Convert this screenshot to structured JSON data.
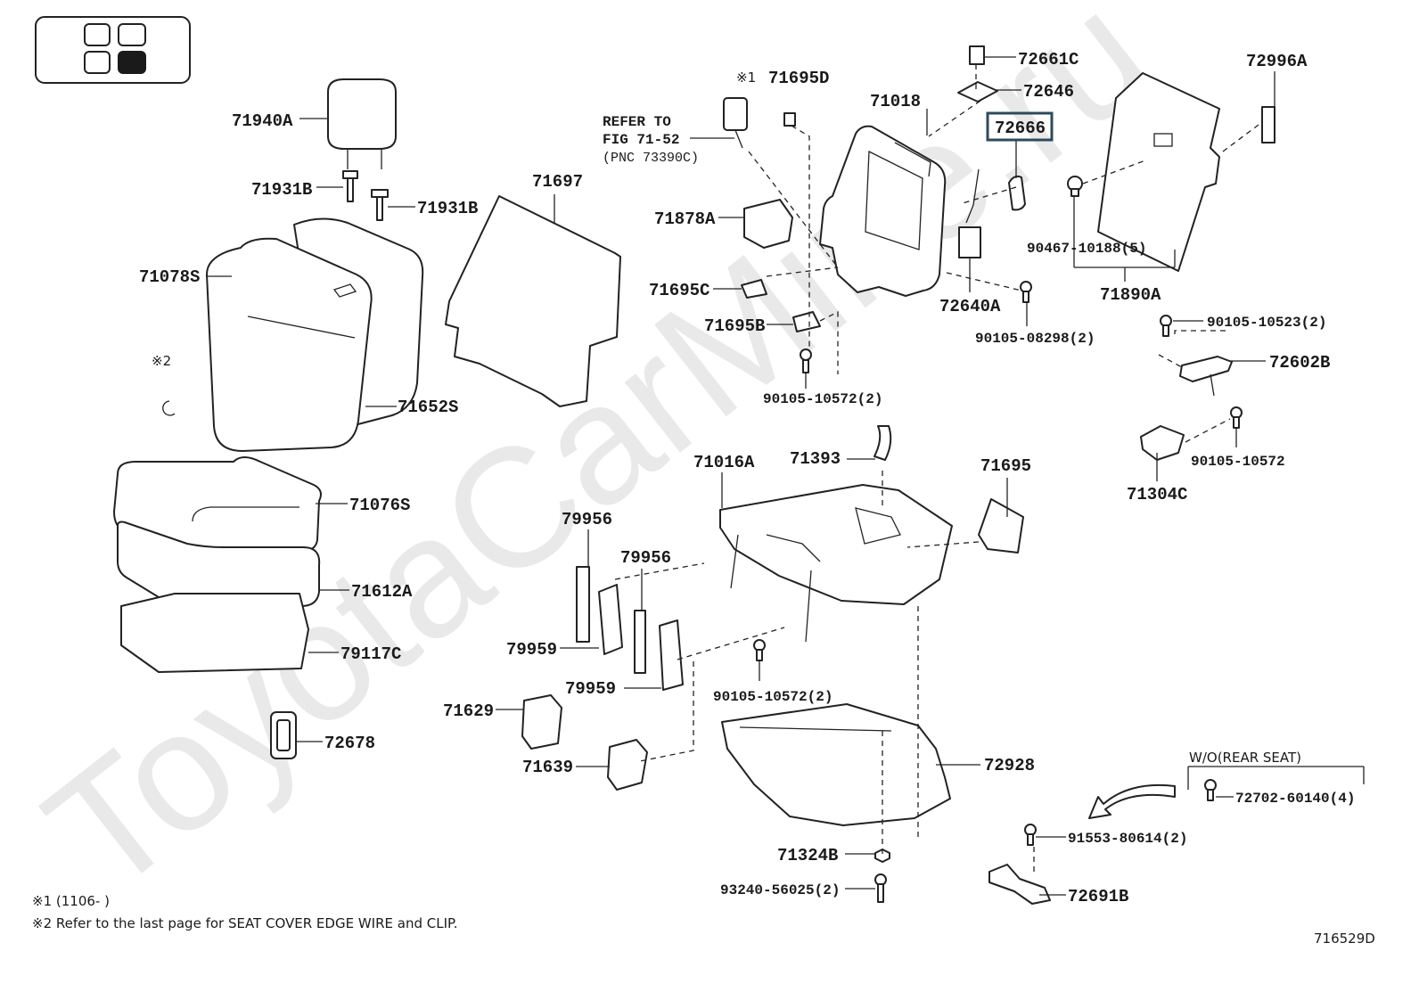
{
  "watermark": "ToyotaCarMine.ru",
  "legend_notes": {
    "mark1_prefix": "※1",
    "mark2_prefix": "※2",
    "note1": "※1 (1106-      )",
    "note2": "※2 Refer to the last page for SEAT COVER EDGE WIRE and CLIP."
  },
  "refer_to": [
    "REFER TO",
    "FIG 71-52",
    "(PNC 73390C)"
  ],
  "wo_rear_seat": "W/O(REAR SEAT)",
  "highlighted_part": "72666",
  "figure_id": "716529D",
  "parts": [
    "71940A",
    "71931B",
    "71931B",
    "71078S",
    "71652S",
    "71076S",
    "71612A",
    "79117C",
    "72678",
    "71697",
    "71695D",
    "71018",
    "72661C",
    "72646",
    "72666",
    "72996A",
    "71878A",
    "71695C",
    "71695B",
    "90105-10572(2)",
    "72640A",
    "90105-08298(2)",
    "90467-10188(5)",
    "71890A",
    "90105-10523(2)",
    "72602B",
    "90105-10572",
    "71304C",
    "71016A",
    "71393",
    "71695",
    "79956",
    "79956",
    "79959",
    "79959",
    "90105-10572(2)",
    "71629",
    "71639",
    "72928",
    "71324B",
    "93240-56025(2)",
    "72702-60140(4)",
    "91553-80614(2)",
    "72691B"
  ]
}
